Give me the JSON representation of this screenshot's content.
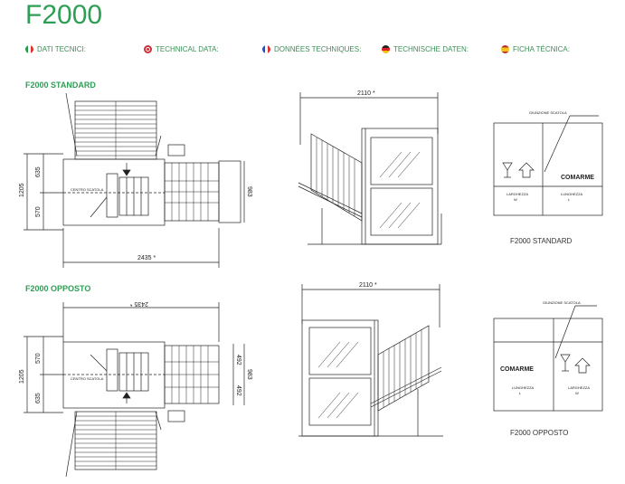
{
  "title": "F2000",
  "languages": [
    {
      "label": "DATI TECNICI:",
      "flag": "italy-flag-icon"
    },
    {
      "label": "TECHNICAL DATA:",
      "flag": "uk-flag-icon"
    },
    {
      "label": "DONNÉES TECHNIQUES:",
      "flag": "france-flag-icon"
    },
    {
      "label": "TECHNISCHE DATEN:",
      "flag": "germany-flag-icon"
    },
    {
      "label": "FICHA TÉCNICA:",
      "flag": "spain-flag-icon"
    }
  ],
  "accent_color": "#2f9e55",
  "standard": {
    "label": "F2000 STANDARD",
    "caption": "F2000 STANDARD",
    "dims": {
      "width_total": "2435 *",
      "left_h": "1205",
      "upper": "635",
      "lower": "570",
      "right_h": "983",
      "side_width": "2110 *"
    },
    "center_label": "CENTRO SCATOLA",
    "box": {
      "seam": "GIUNZIONE SCATOLA",
      "brand": "COMARME",
      "width_label": "LARGHEZZA",
      "length_label": "LUNGHEZZA",
      "width_unit": "W",
      "length_unit": "L"
    }
  },
  "opposto": {
    "label": "F2000 OPPOSTO",
    "caption": "F2000 OPPOSTO",
    "dims": {
      "width_total": "2435 *",
      "left_h": "1205",
      "upper": "570",
      "lower": "635",
      "right_h": "983",
      "right_a": "492",
      "right_b": "492",
      "side_width": "2110 *"
    },
    "center_label": "CENTRO SCATOLA",
    "box": {
      "seam": "GIUNZIONE SCATOLA",
      "brand": "COMARME",
      "width_label": "LARGHEZZA",
      "length_label": "LUNGHEZZA",
      "width_unit": "W",
      "length_unit": "L"
    }
  }
}
